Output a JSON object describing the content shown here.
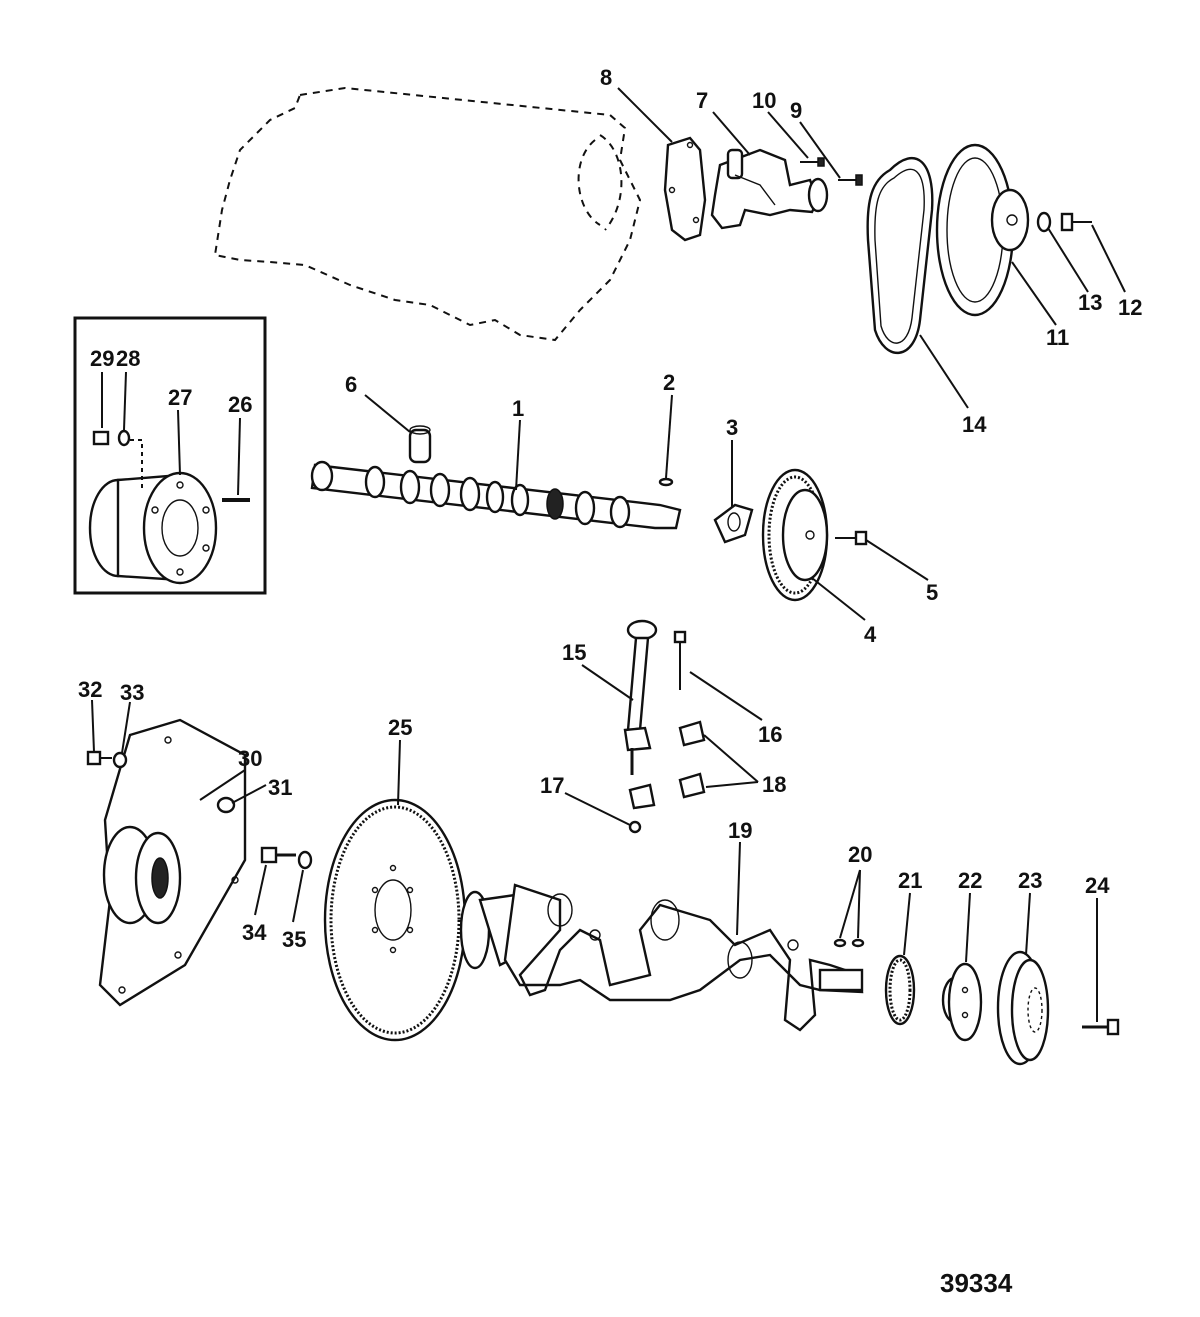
{
  "drawing_number": "39334",
  "callouts": {
    "c1": "1",
    "c2": "2",
    "c3": "3",
    "c4": "4",
    "c5": "5",
    "c6": "6",
    "c7": "7",
    "c8": "8",
    "c9": "9",
    "c10": "10",
    "c11": "11",
    "c12": "12",
    "c13": "13",
    "c14": "14",
    "c15": "15",
    "c16": "16",
    "c17": "17",
    "c18": "18",
    "c19": "19",
    "c20": "20",
    "c21": "21",
    "c22": "22",
    "c23": "23",
    "c24": "24",
    "c25": "25",
    "c26": "26",
    "c27": "27",
    "c28": "28",
    "c29": "29",
    "c30": "30",
    "c31": "31",
    "c32": "32",
    "c33": "33",
    "c34": "34",
    "c35": "35"
  }
}
